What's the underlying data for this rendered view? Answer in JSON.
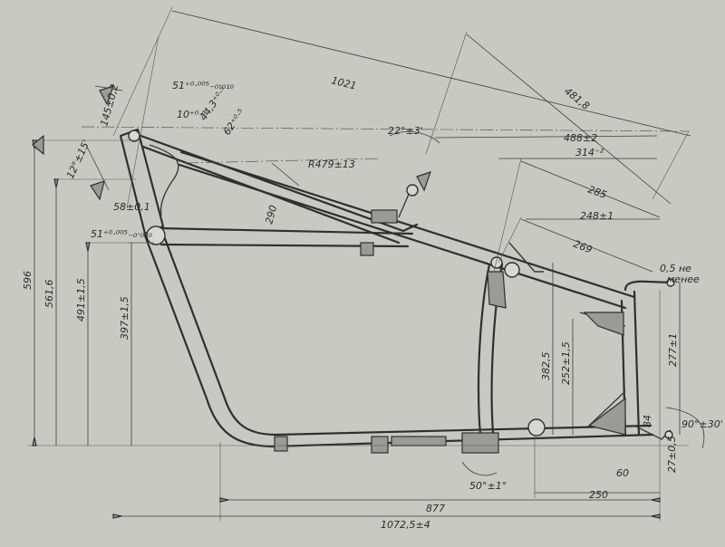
{
  "labels": {
    "top_length": "1021",
    "top_right": "481,8",
    "r479": "R479±13",
    "dim_488": "488±2",
    "dim_314": "314⁻²",
    "dim_285": "285",
    "dim_248": "248±1",
    "dim_269": "269",
    "tol_51_top": "51⁺⁰·⁰⁰⁵₋₀·₀₁₀",
    "tol_44": "44,3⁺⁰·⁵",
    "tol_10": "10⁺⁰·⁵",
    "tol_62": "62⁺⁰·⁵",
    "angle_22": "22°±3'",
    "dim_290": "290",
    "dim_145": "145±0,2",
    "dim_12": "12°±15'",
    "dim_58": "58±0,1",
    "tol_51_mid": "51⁺⁰·⁰⁰⁵₋₀·₀₁₀",
    "dim_596": "596",
    "dim_5616": "561,6",
    "dim_491": "491±1,5",
    "dim_397": "397±1,5",
    "dim_3825": "382,5",
    "dim_252": "252±1,5",
    "note_05": "0,5 не",
    "note_menee": "менее",
    "dim_277": "277±1",
    "angle_90": "90°±30'",
    "dim_84": "84",
    "dim_27": "27±0,5",
    "dim_60": "60",
    "angle_50": "50°±1°",
    "dim_250": "250",
    "dim_877": "877",
    "dim_10725": "1072,5±4"
  }
}
